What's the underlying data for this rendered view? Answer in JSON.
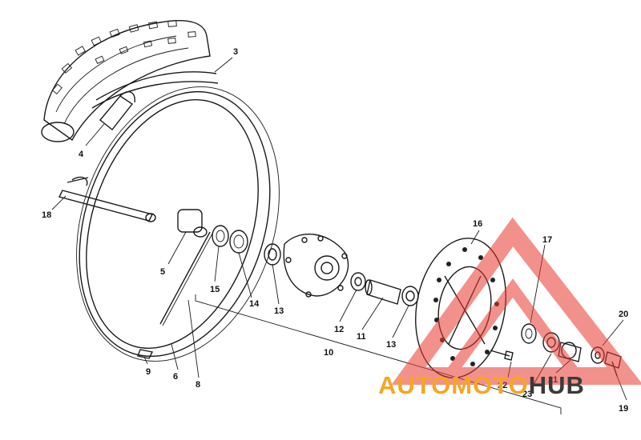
{
  "diagram": {
    "callouts": [
      {
        "id": "c3",
        "text": "3"
      },
      {
        "id": "c4",
        "text": "4"
      },
      {
        "id": "c18",
        "text": "18"
      },
      {
        "id": "c5",
        "text": "5"
      },
      {
        "id": "c15",
        "text": "15"
      },
      {
        "id": "c14",
        "text": "14"
      },
      {
        "id": "c13a",
        "text": "13"
      },
      {
        "id": "c12",
        "text": "12"
      },
      {
        "id": "c11",
        "text": "11"
      },
      {
        "id": "c13b",
        "text": "13"
      },
      {
        "id": "c10",
        "text": "10"
      },
      {
        "id": "c9",
        "text": "9"
      },
      {
        "id": "c6",
        "text": "6"
      },
      {
        "id": "c8",
        "text": "8"
      },
      {
        "id": "c16",
        "text": "16"
      },
      {
        "id": "c17",
        "text": "17"
      },
      {
        "id": "c20",
        "text": "20"
      },
      {
        "id": "c22",
        "text": "22"
      },
      {
        "id": "c23",
        "text": "23"
      },
      {
        "id": "c21",
        "text": "21"
      },
      {
        "id": "c19",
        "text": "19"
      }
    ]
  },
  "watermark": {
    "part_a": "AUTO",
    "part_b": "MOTO",
    "part_c": "HUB",
    "logo_color": "#e8382f",
    "accent_color": "#f5a623",
    "dark_color": "#3a3a3a"
  }
}
